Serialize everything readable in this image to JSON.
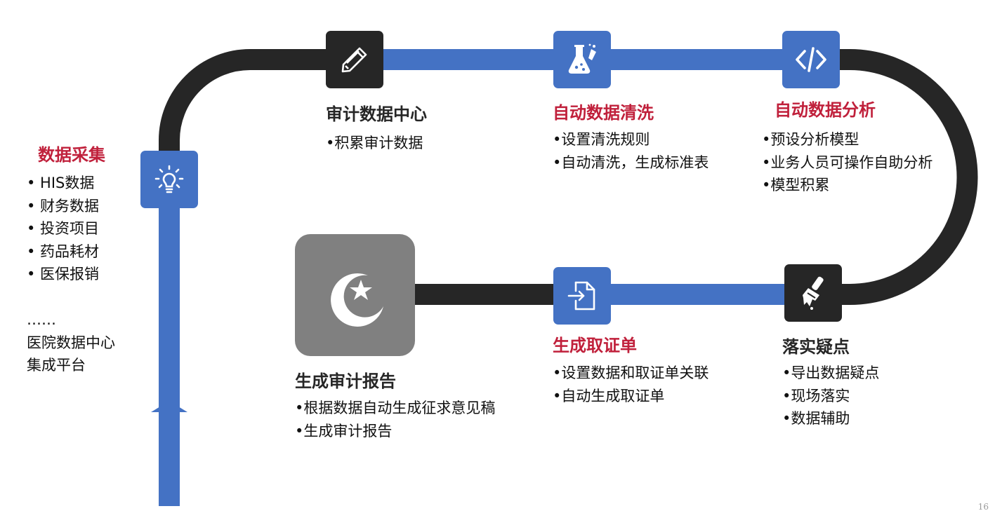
{
  "steps": {
    "collect": {
      "title": "数据采集",
      "items": [
        "• HIS数据",
        "• 财务数据",
        "• 投资项目",
        "• 药品耗材",
        "• 医保报销"
      ],
      "extra": [
        "……",
        "医院数据中心",
        "集成平台"
      ],
      "icon": "lightbulb-icon"
    },
    "center": {
      "title": "审计数据中心",
      "items": [
        "•积累审计数据"
      ],
      "icon": "pencil-icon"
    },
    "clean": {
      "title": "自动数据清洗",
      "items": [
        "•设置清洗规则",
        "•自动清洗，生成标准表"
      ],
      "icon": "flask-icon"
    },
    "analysis": {
      "title": "自动数据分析",
      "items": [
        "•预设分析模型",
        "•业务人员可操作自助分析",
        "•模型积累"
      ],
      "icon": "code-icon"
    },
    "verify": {
      "title": "落实疑点",
      "items": [
        "•导出数据疑点",
        "•现场落实",
        "•数据辅助"
      ],
      "icon": "paint-brush-icon"
    },
    "evidence": {
      "title": "生成取证单",
      "items": [
        "•设置数据和取证单关联",
        "•自动生成取证单"
      ],
      "icon": "file-import-icon"
    },
    "report": {
      "title": "生成审计报告",
      "items": [
        "•根据数据自动生成征求意见稿",
        "•生成审计报告"
      ],
      "icon": "crescent-star-icon"
    }
  },
  "page_number": "16",
  "colors": {
    "blue": "#4472c4",
    "dark": "#262626",
    "red": "#c0203b",
    "gray": "#808080"
  }
}
